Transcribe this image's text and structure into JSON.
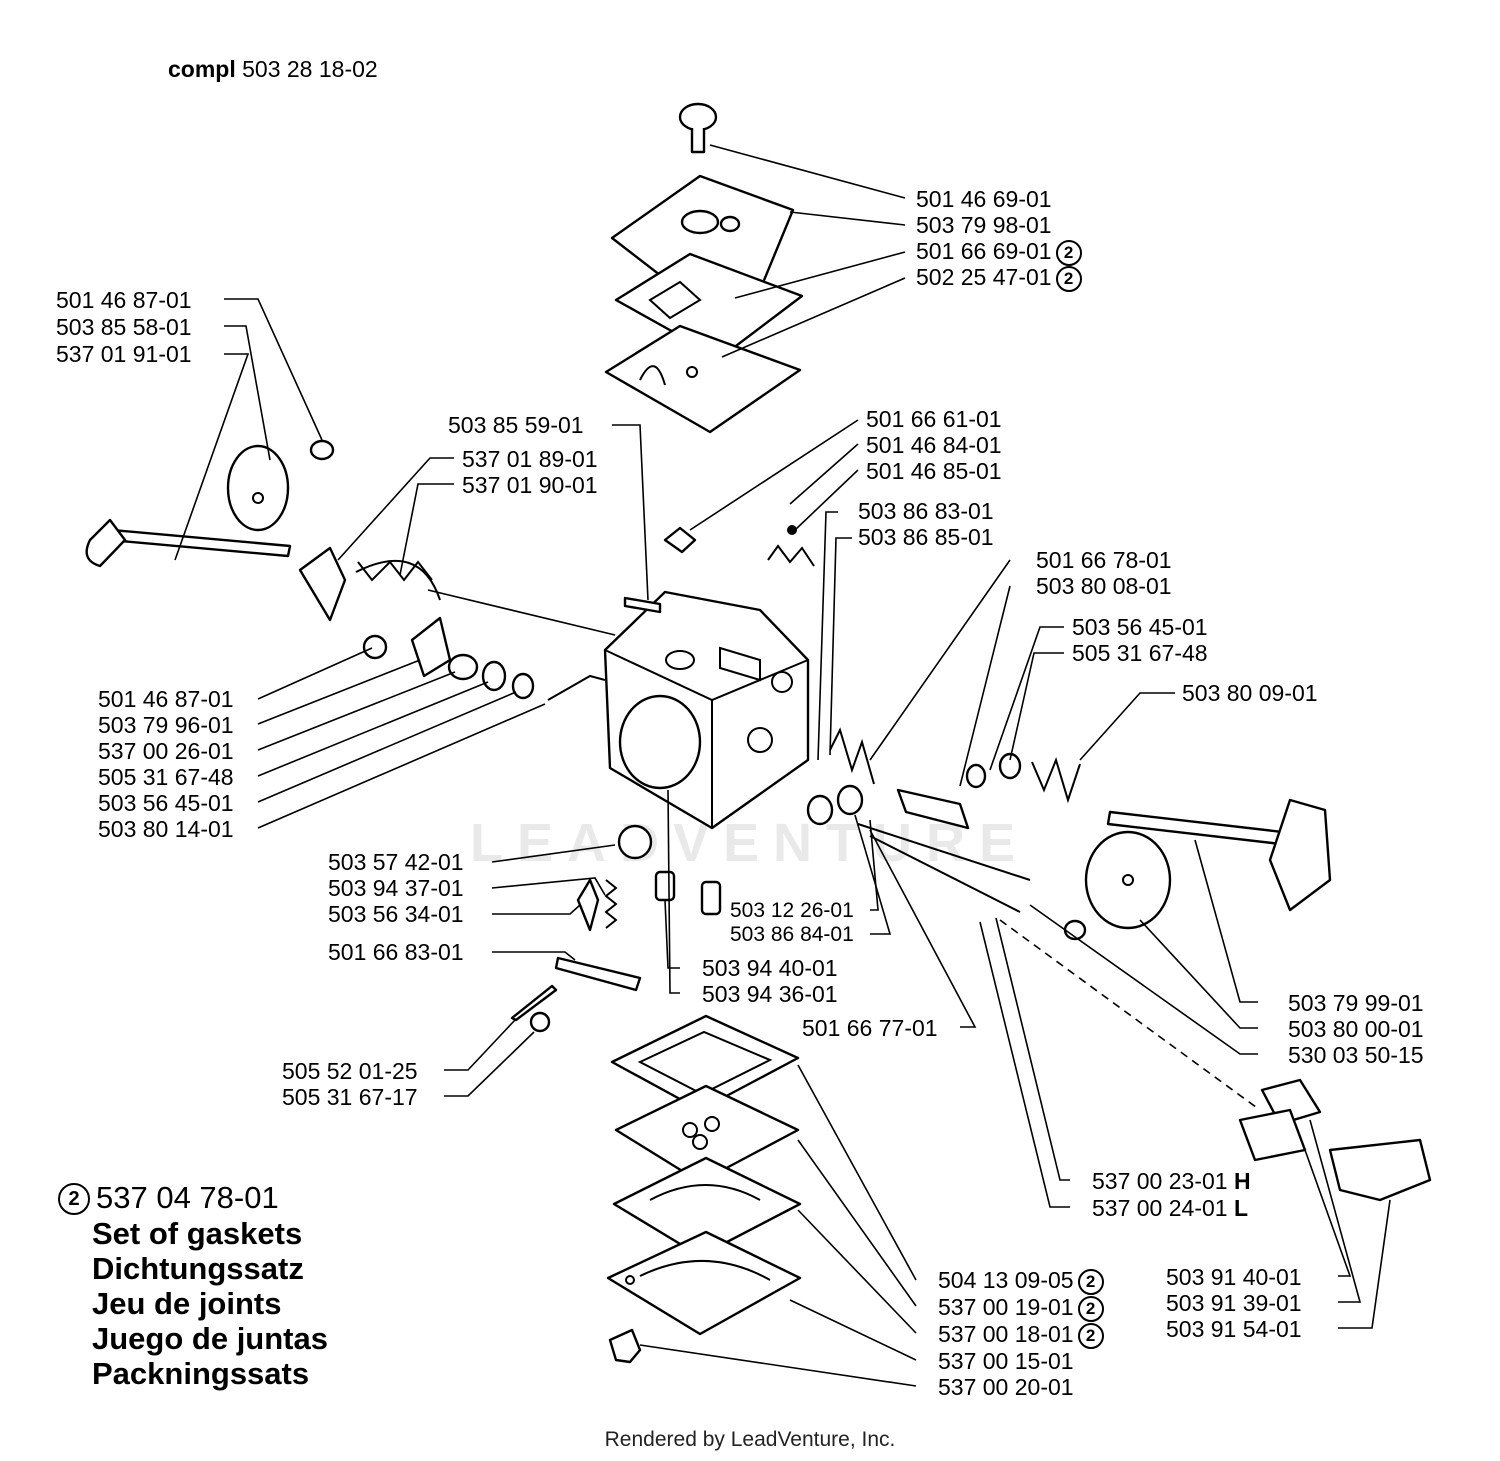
{
  "header": {
    "compl_label": "compl",
    "compl_number": "503 28 18-02"
  },
  "watermark": "LEADVENTURE",
  "labels_right_top": [
    {
      "code": "501 46 69-01",
      "marker": ""
    },
    {
      "code": "503 79 98-01",
      "marker": ""
    },
    {
      "code": "501 66 69-01",
      "marker": "2"
    },
    {
      "code": "502 25 47-01",
      "marker": "2"
    }
  ],
  "labels_left_top": [
    "501 46 87-01",
    "503 85 58-01",
    "537 01 91-01"
  ],
  "labels_mid_top": [
    "503 85 59-01",
    "537 01 89-01",
    "537 01 90-01"
  ],
  "labels_center_top": [
    "501 66 61-01",
    "501 46 84-01",
    "501 46 85-01"
  ],
  "labels_center_right": [
    "503 86 83-01",
    "503 86 85-01"
  ],
  "labels_right_mid": [
    "501 66 78-01",
    "503 80 08-01",
    "503 56 45-01",
    "505 31 67-48",
    "503 80 09-01"
  ],
  "labels_left_mid": [
    "501 46 87-01",
    "503 79 96-01",
    "537 00 26-01",
    "505 31 67-48",
    "503 56 45-01",
    "503 80 14-01"
  ],
  "labels_bottom_left": [
    "503 57 42-01",
    "503 94 37-01",
    "503 56 34-01",
    "501 66 83-01"
  ],
  "labels_bottom_center": [
    "503 12 26-01",
    "503 86 84-01",
    "503 94 40-01",
    "503 94 36-01",
    "501 66 77-01"
  ],
  "labels_screws": [
    "505 52 01-25",
    "505 31 67-17"
  ],
  "labels_right_lower": [
    "503 79 99-01",
    "503 80 00-01",
    "530 03 50-15"
  ],
  "labels_needles": [
    {
      "code": "537 00 23-01",
      "suffix": "H"
    },
    {
      "code": "537 00 24-01",
      "suffix": "L"
    }
  ],
  "labels_gaskets": [
    {
      "code": "504 13 09-05",
      "marker": "2"
    },
    {
      "code": "537 00 19-01",
      "marker": "2"
    },
    {
      "code": "537 00 18-01",
      "marker": "2"
    },
    {
      "code": "537 00 15-01",
      "marker": ""
    },
    {
      "code": "537 00 20-01",
      "marker": ""
    }
  ],
  "labels_far_right": [
    "503 91 40-01",
    "503 91 39-01",
    "503 91 54-01"
  ],
  "gasket_kit": {
    "marker": "2",
    "number": "537 04 78-01",
    "titles": [
      "Set of gaskets",
      "Dichtungssatz",
      "Jeu de joints",
      "Juego de juntas",
      "Packningssats"
    ]
  },
  "credit": "Rendered by LeadVenture, Inc."
}
